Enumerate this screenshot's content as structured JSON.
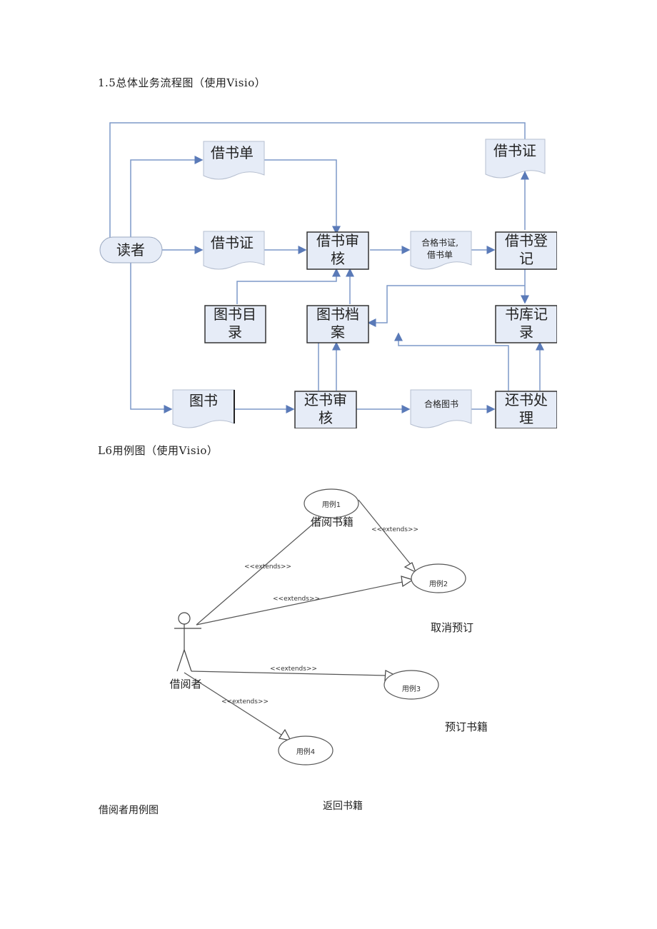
{
  "headings": {
    "flow": "1.5总体业务流程图（使用Visio）",
    "usecase": "L6用例图（使用Visio）"
  },
  "flow": {
    "reader": "读者",
    "doc_borrow_slip": "借书单",
    "doc_card_top": "借书证",
    "doc_card_mid": "借书证",
    "doc_qualified_1": "合格书证,",
    "doc_qualified_2": "借书单",
    "doc_book": "图书",
    "doc_qualified_books": "合格图书",
    "box_audit_1": "借书审",
    "box_audit_2": "核",
    "box_register_1": "借书登",
    "box_register_2": "记",
    "box_catalog_1": "图书目",
    "box_catalog_2": "录",
    "box_archive_1": "图书档",
    "box_archive_2": "案",
    "box_stock_1": "书库记",
    "box_stock_2": "录",
    "box_return_audit_1": "还书审",
    "box_return_audit_2": "核",
    "box_return_proc_1": "还书处",
    "box_return_proc_2": "理"
  },
  "usecase": {
    "actor": "借阅者",
    "uc1": "用例1",
    "uc2": "用例2",
    "uc3": "用例3",
    "uc4": "用例4",
    "uc1_name": "借阅书籍",
    "uc2_name": "取消预订",
    "uc3_name": "预订书籍",
    "uc4_name": "返回书籍",
    "extends": "<<extends>>"
  },
  "captions": {
    "left": "借阅者用例图",
    "right": "返回书籍"
  },
  "colors": {
    "box_fill": "#e6ecf7",
    "line": "#6f8fc4"
  }
}
